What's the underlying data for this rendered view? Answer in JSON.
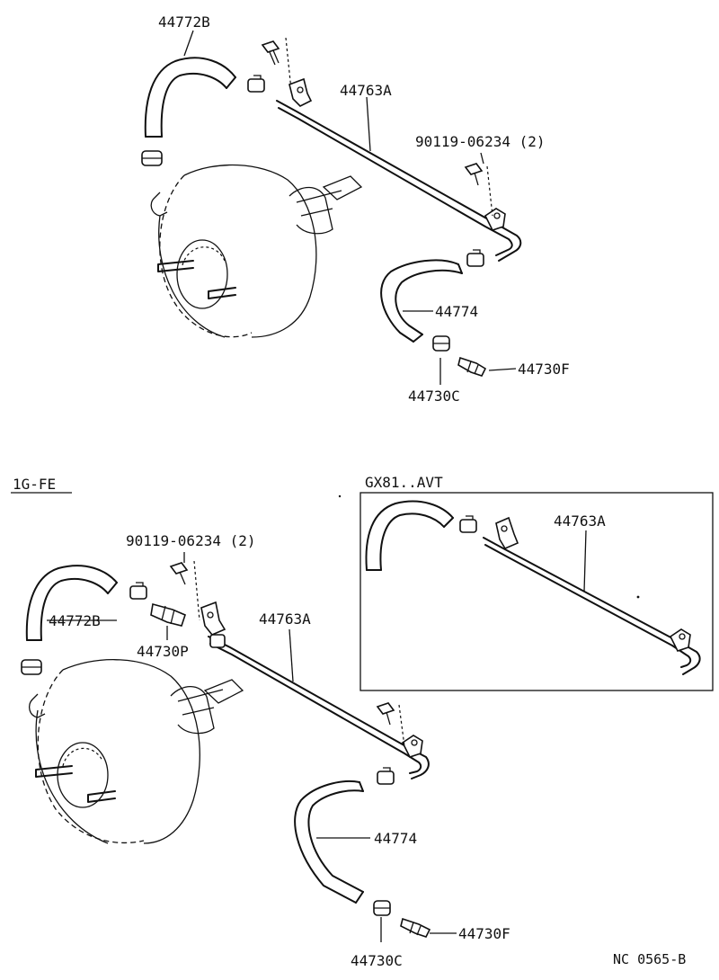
{
  "top_section": {
    "labels": {
      "hose_upper": "44772B",
      "pipe": "44763A",
      "bolt": "90119-06234 (2)",
      "hose_lower": "44774",
      "valve": "44730F",
      "clip": "44730C"
    }
  },
  "bottom_section": {
    "heading": "1G-FE",
    "labels": {
      "bolt": "90119-06234 (2)",
      "hose_upper": "44772B",
      "check_valve": "44730P",
      "pipe": "44763A",
      "hose_lower": "44774",
      "valve": "44730F",
      "clip": "44730C"
    }
  },
  "inset": {
    "heading": "GX81..AVT",
    "labels": {
      "pipe": "44763A"
    }
  },
  "diagram_code": "NC  0565-B"
}
